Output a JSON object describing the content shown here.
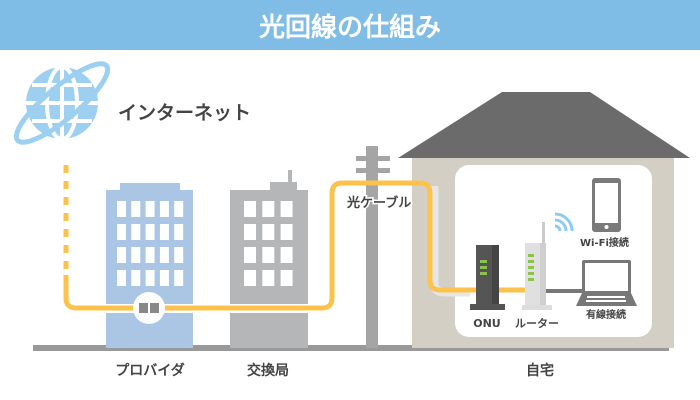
{
  "title": "光回線の仕組み",
  "labels": {
    "internet": "インターネット",
    "fiber_cable": "光ケーブル",
    "provider": "プロバイダ",
    "exchange": "交換局",
    "home": "自宅",
    "onu": "ONU",
    "router": "ルーター",
    "wifi": "Wi-Fi接続",
    "wired": "有線接続"
  },
  "colors": {
    "header": "#7fbde6",
    "fiber": "#fcc24c",
    "provider_building": "#abc5e4",
    "exchange_building": "#b4b6b8",
    "house_wall": "#d3cfc4",
    "roof": "#6b6b6b",
    "globe": "#9dd0f0"
  }
}
